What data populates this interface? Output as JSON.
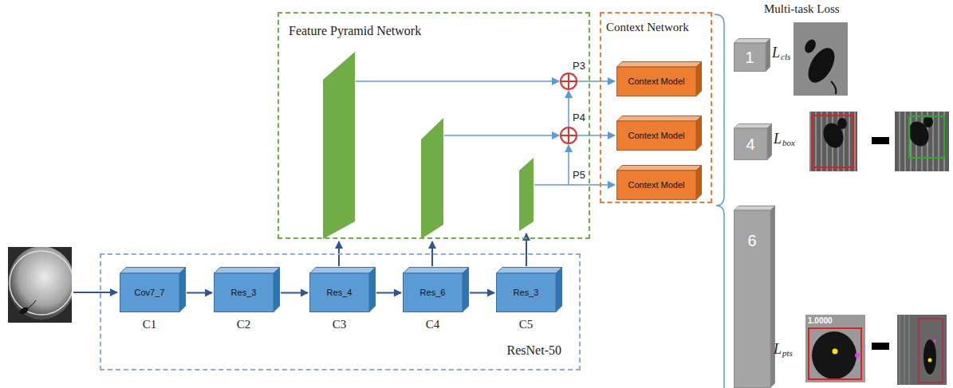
{
  "diagram": {
    "nodes": [
      {
        "text": [
          "Feature Pyramid Network"
        ]
      },
      {
        "text": [
          "Context Network"
        ]
      },
      {
        "text": [
          "Context Model"
        ],
        "in": 1
      },
      {
        "text": [
          "Context Model"
        ],
        "in": 1
      },
      {
        "text": [
          "Context Model"
        ],
        "in": 1
      },
      {
        "text": [
          "1"
        ]
      },
      {
        "text": [
          "4"
        ]
      },
      {
        "text": [
          "6"
        ]
      },
      {
        "text": [
          "ResNet-50"
        ]
      },
      {
        "text": [
          "Cov7_7",
          "C1"
        ],
        "in": 8
      },
      {
        "text": [
          "Res_3",
          "C2"
        ],
        "in": 8
      },
      {
        "text": [
          "Res_4",
          "C3"
        ],
        "in": 8
      },
      {
        "text": [
          "Res_6",
          "C4"
        ],
        "in": 8
      },
      {
        "text": [
          "Res_3",
          "C5"
        ],
        "in": 8
      }
    ],
    "edges": [
      {
        "from": 9,
        "to": 10,
        "arrow": "to"
      },
      {
        "from": 10,
        "to": 11,
        "arrow": "to"
      },
      {
        "from": 11,
        "to": 12,
        "arrow": "to"
      },
      {
        "from": 12,
        "to": 13,
        "arrow": "to"
      }
    ],
    "labels": [
      "Multi-task Loss",
      "P3",
      "P4",
      "P5",
      "L",
      "cls",
      "L",
      "box",
      "L",
      "pts",
      "1.0000"
    ]
  }
}
